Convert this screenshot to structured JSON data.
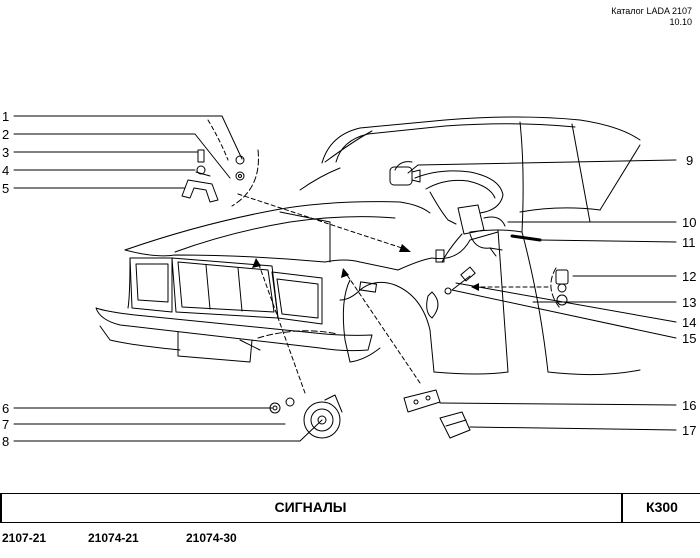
{
  "header": {
    "catalog": "Каталог LADA 2107",
    "version": "10.10"
  },
  "callouts": [
    "1",
    "2",
    "3",
    "4",
    "5",
    "6",
    "7",
    "8",
    "9",
    "10",
    "11",
    "12",
    "13",
    "14",
    "15",
    "16",
    "17"
  ],
  "footer": {
    "title": "СИГНАЛЫ",
    "code": "К300"
  },
  "models": [
    "2107-21",
    "21074-21",
    "21074-30"
  ]
}
